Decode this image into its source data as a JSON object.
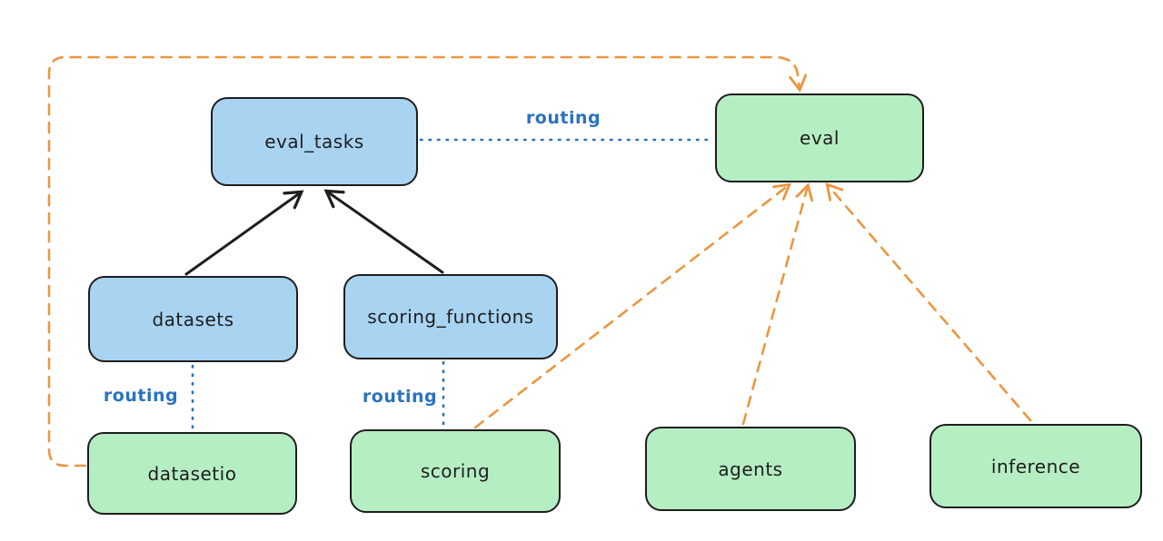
{
  "diagram": {
    "colors": {
      "background": "#ffffff",
      "stroke": "#1e1e1e",
      "blue_fill": "#a8d4f2",
      "green_fill": "#b6eec3",
      "orange": "#ec9640",
      "routing_blue": "#2a72c2"
    },
    "nodes": {
      "eval_tasks": {
        "label": "eval_tasks",
        "fill": "#a8d4f2"
      },
      "datasets": {
        "label": "datasets",
        "fill": "#a8d4f2"
      },
      "scoring_functions": {
        "label": "scoring_functions",
        "fill": "#a8d4f2"
      },
      "eval": {
        "label": "eval",
        "fill": "#b6eec3"
      },
      "datasetio": {
        "label": "datasetio",
        "fill": "#b6eec3"
      },
      "scoring": {
        "label": "scoring",
        "fill": "#b6eec3"
      },
      "agents": {
        "label": "agents",
        "fill": "#b6eec3"
      },
      "inference": {
        "label": "inference",
        "fill": "#b6eec3"
      }
    },
    "edges": [
      {
        "from": "datasets",
        "to": "eval_tasks",
        "style": "solid-arrow",
        "color": "#1e1e1e"
      },
      {
        "from": "scoring_functions",
        "to": "eval_tasks",
        "style": "solid-arrow",
        "color": "#1e1e1e"
      },
      {
        "from": "eval_tasks",
        "to": "eval",
        "style": "dotted-line",
        "color": "#2a72c2",
        "label": "routing"
      },
      {
        "from": "datasets",
        "to": "datasetio",
        "style": "dotted-line",
        "color": "#2a72c2",
        "label": "routing"
      },
      {
        "from": "scoring_functions",
        "to": "scoring",
        "style": "dotted-line",
        "color": "#2a72c2",
        "label": "routing"
      },
      {
        "from": "datasetio",
        "to": "eval",
        "style": "dashed-arrow",
        "color": "#ec9640"
      },
      {
        "from": "scoring",
        "to": "eval",
        "style": "dashed-arrow",
        "color": "#ec9640"
      },
      {
        "from": "agents",
        "to": "eval",
        "style": "dashed-arrow",
        "color": "#ec9640"
      },
      {
        "from": "inference",
        "to": "eval",
        "style": "dashed-arrow",
        "color": "#ec9640"
      }
    ],
    "edge_labels": {
      "routing_top": "routing",
      "routing_left": "routing",
      "routing_middle": "routing"
    }
  }
}
